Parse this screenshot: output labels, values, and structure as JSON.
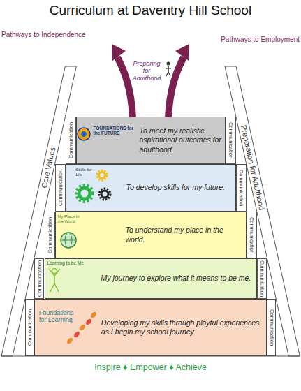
{
  "diagram": {
    "title": "Curriculum at Daventry Hill School",
    "caption": "Inspire ♦ Empower ♦ Achieve",
    "nodes": [
      {
        "text": [
          "Core Values"
        ]
      },
      {
        "text": [
          "Preparation for Adulthood"
        ]
      },
      {
        "text": [
          "FOUNDATIONS for the FUTURE",
          "To meet my realistic, aspirational outcomes for adulthood"
        ]
      },
      {
        "text": [
          "Skills for Life",
          "To develop skills for my future."
        ]
      },
      {
        "text": [
          "My Place in the World",
          "To understand my place in the world."
        ]
      },
      {
        "text": [
          "Learning to be Me",
          "My journey to explore what it means to be me."
        ]
      },
      {
        "text": [
          "Foundations for Learning",
          "Developing my skills through playful experiences as I begin my school journey."
        ]
      },
      {
        "text": [
          "Communication"
        ]
      },
      {
        "text": [
          "Communication"
        ]
      },
      {
        "text": [
          "Communication"
        ]
      },
      {
        "text": [
          "Communication"
        ]
      },
      {
        "text": [
          "Communication"
        ]
      },
      {
        "text": [
          "Communication"
        ]
      },
      {
        "text": [
          "Communication"
        ]
      },
      {
        "text": [
          "Communication"
        ]
      },
      {
        "text": [
          "Communication"
        ]
      },
      {
        "text": [
          "Communication"
        ]
      }
    ],
    "labels": [
      "Pathways to Independence",
      "Pathways to Employment",
      "Preparing for Adulthood"
    ]
  }
}
